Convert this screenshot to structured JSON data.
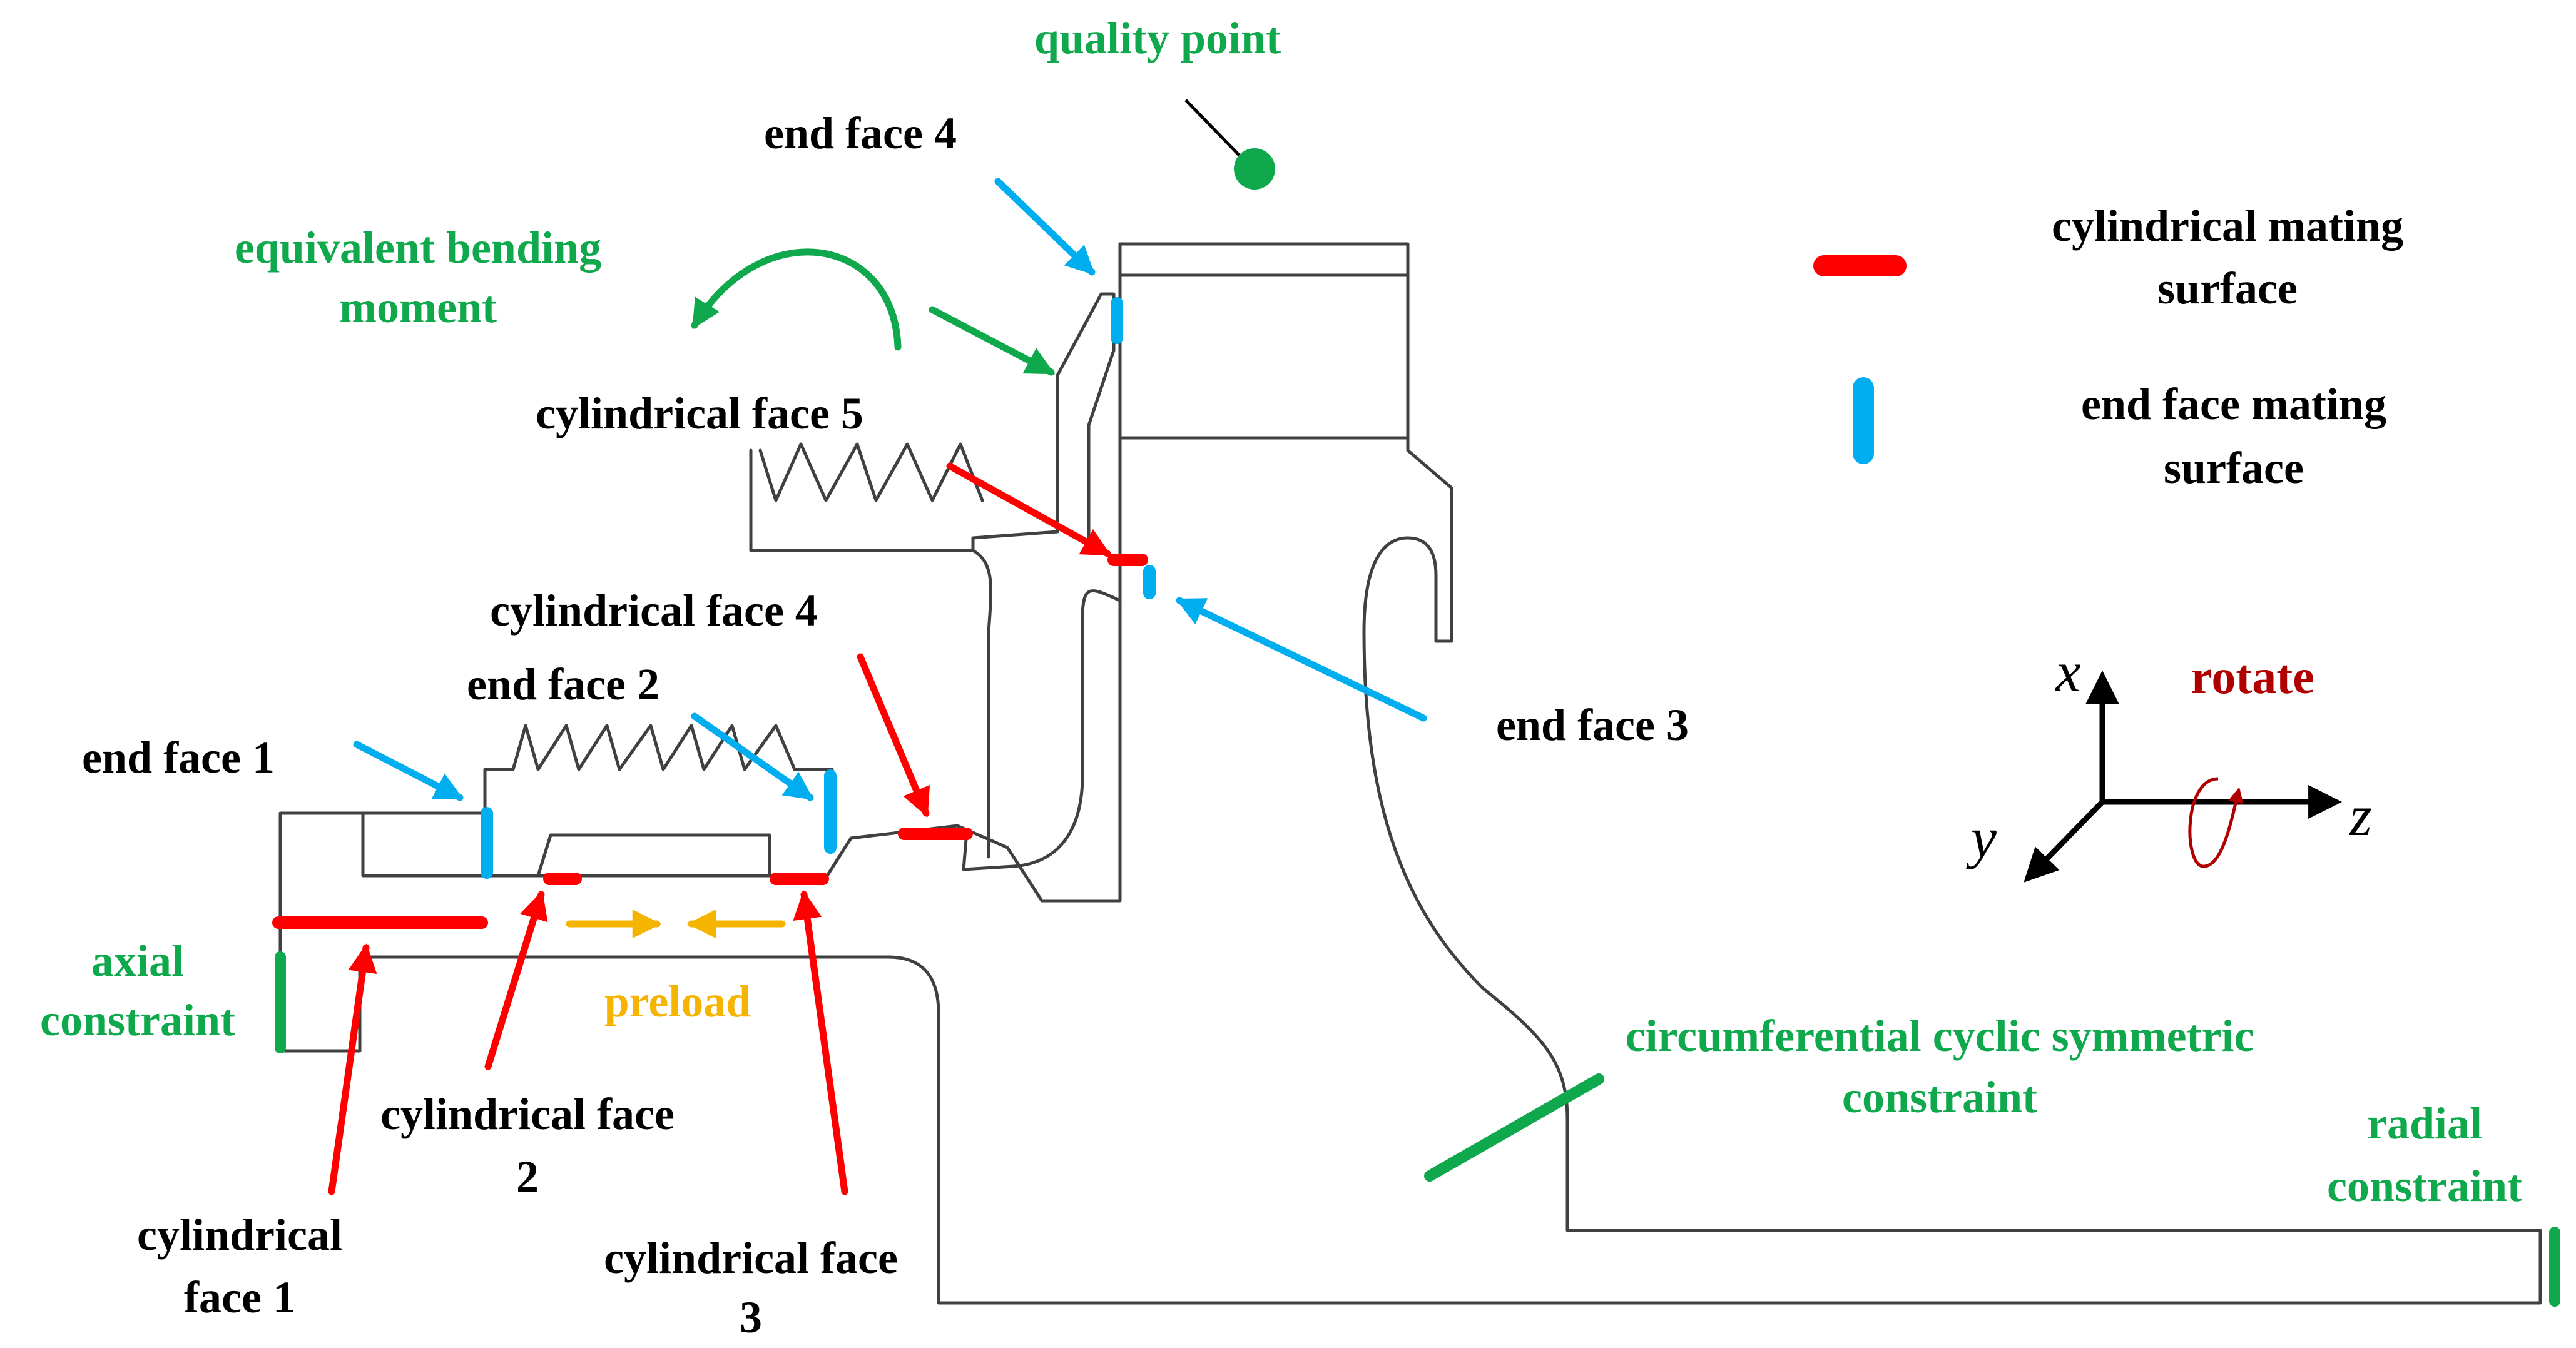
{
  "colors": {
    "outline": "#404040",
    "label_black": "#000000",
    "label_green": "#10a84c",
    "label_orange": "#f5b400",
    "rotate_red": "#b00000",
    "cylindrical_mating": "#ff0000",
    "end_face_mating": "#00aeef",
    "constraint_green": "#10a84c",
    "preload_orange": "#f5b400"
  },
  "labels": {
    "quality_point": "quality point",
    "end_face_4": "end face 4",
    "equivalent_bending_line1": "equivalent bending",
    "equivalent_bending_line2": "moment",
    "cylindrical_face_5": "cylindrical face 5",
    "cylindrical_face_4": "cylindrical face 4",
    "end_face_2": "end face 2",
    "end_face_1": "end face 1",
    "end_face_3": "end face 3",
    "axial_line1": "axial",
    "axial_line2": "constraint",
    "preload": "preload",
    "cylindrical_face_2_line1": "cylindrical face",
    "cylindrical_face_2_line2": "2",
    "cylindrical_face_1_line1": "cylindrical",
    "cylindrical_face_1_line2": "face 1",
    "cylindrical_face_3_line1": "cylindrical face",
    "cylindrical_face_3_line2": "3",
    "circumferential_line1": "circumferential cyclic symmetric",
    "circumferential_line2": "constraint",
    "radial_line1": "radial",
    "radial_line2": "constraint"
  },
  "legend": {
    "cylindrical_line1": "cylindrical mating",
    "cylindrical_line2": "surface",
    "end_face_line1": "end face mating",
    "end_face_line2": "surface"
  },
  "axes": {
    "x": "x",
    "y": "y",
    "z": "z",
    "rotate": "rotate"
  },
  "icons": {
    "quality_point": "filled-circle-marker",
    "bending_moment": "curved-arrow-icon",
    "rotation": "rotation-arrow-icon"
  }
}
